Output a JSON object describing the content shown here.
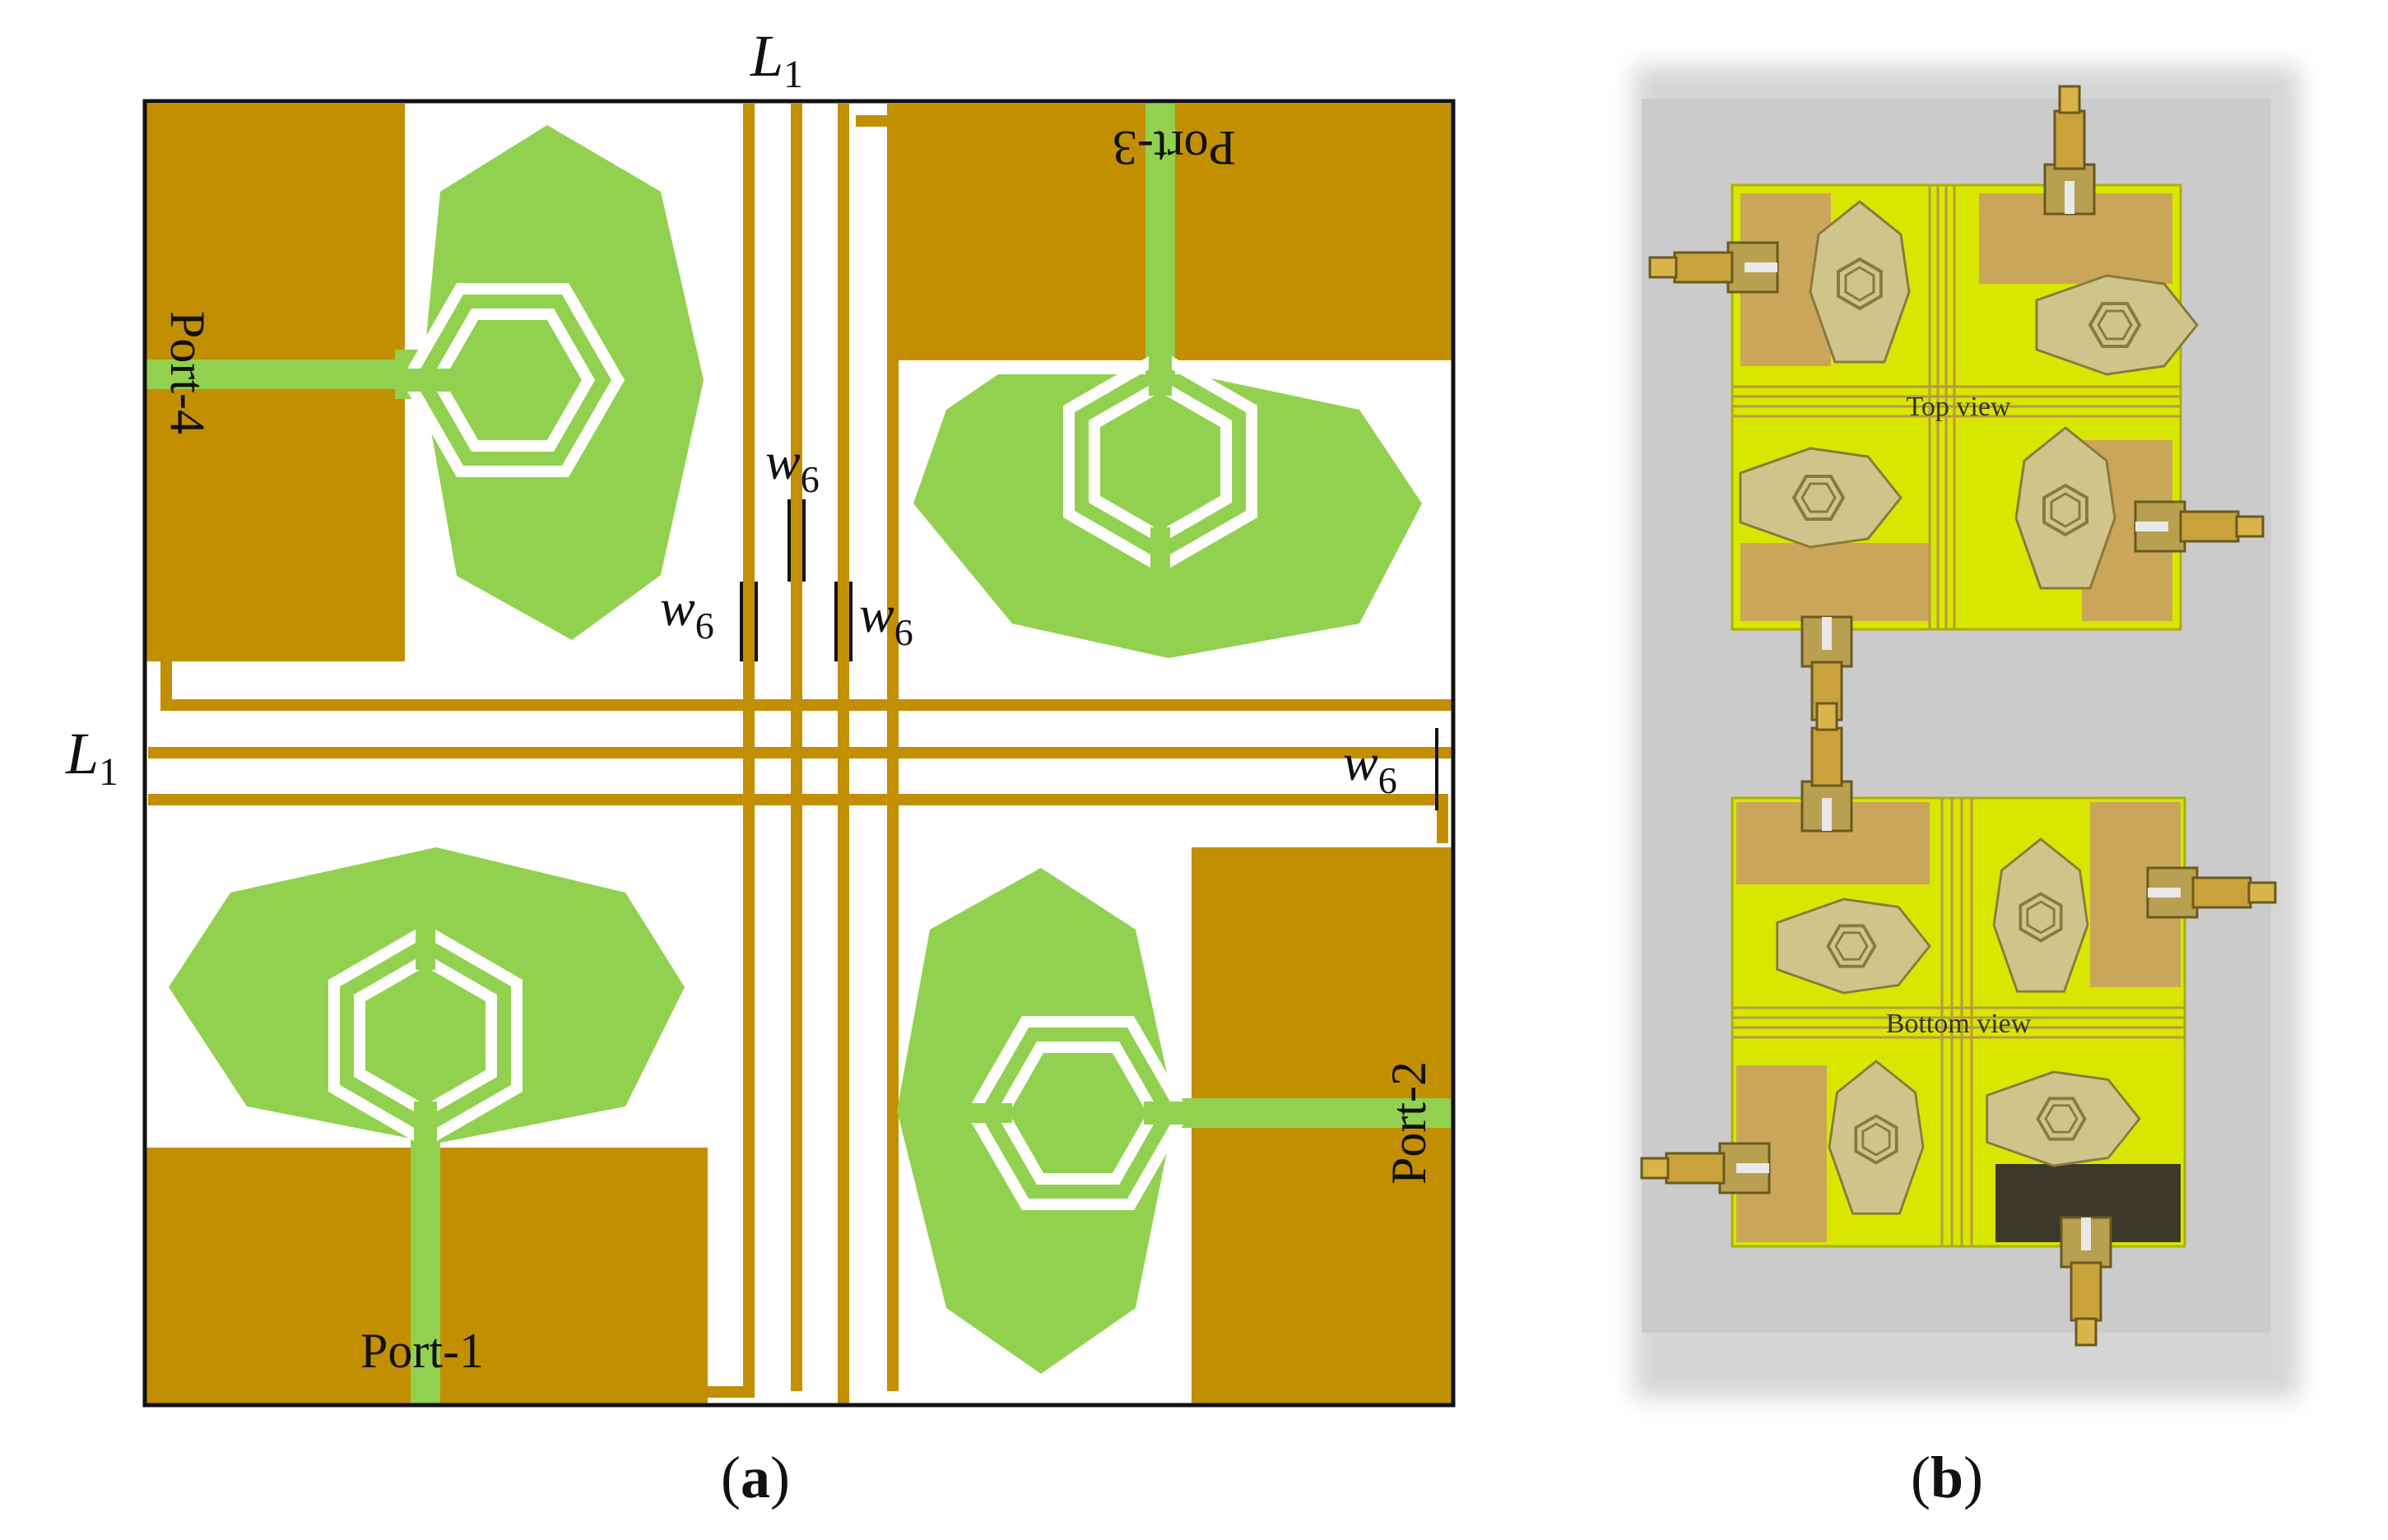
{
  "panel_a": {
    "caption_open": "(",
    "caption_letter": "a",
    "caption_close": ")",
    "labels": {
      "l1_top_letter": "L",
      "l1_top_sub": "1",
      "l1_left_letter": "L",
      "l1_left_sub": "1",
      "w6_letter": "w",
      "w6_sub": "6",
      "port1": "Port-1",
      "port2": "Port-2",
      "port3": "Port-3",
      "port4": "Port-4"
    },
    "colors": {
      "ground": "#C18F00",
      "patch": "#92D050",
      "background": "#FFFFFF",
      "border": "#111111"
    }
  },
  "panel_b": {
    "caption_open": "(",
    "caption_letter": "b",
    "caption_close": ")",
    "top_view_label": "Top view",
    "bottom_view_label": "Bottom view",
    "colors": {
      "substrate": "#D9E600",
      "copper": "#C9A65A",
      "background": "#C8C8C8"
    }
  }
}
